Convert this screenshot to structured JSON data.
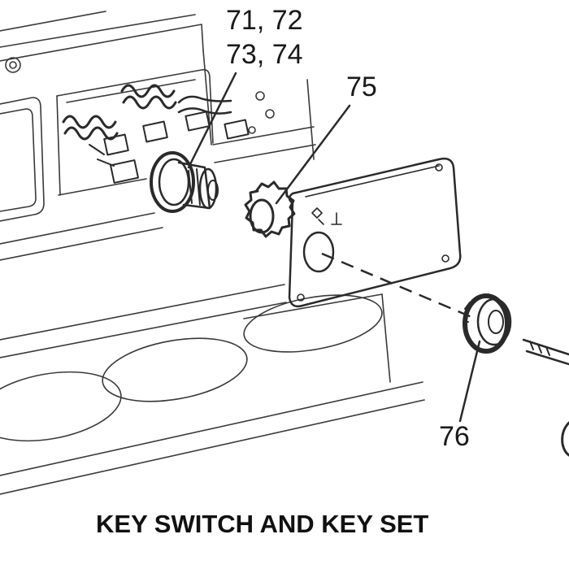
{
  "callouts": {
    "switch_parts_line1": "71, 72",
    "switch_parts_line2": "73, 74",
    "lock_washer": "75",
    "key_bezel": "76"
  },
  "caption": "KEY SWITCH AND KEY SET",
  "colors": {
    "ink": "#1a1a1a",
    "background": "#ffffff"
  }
}
